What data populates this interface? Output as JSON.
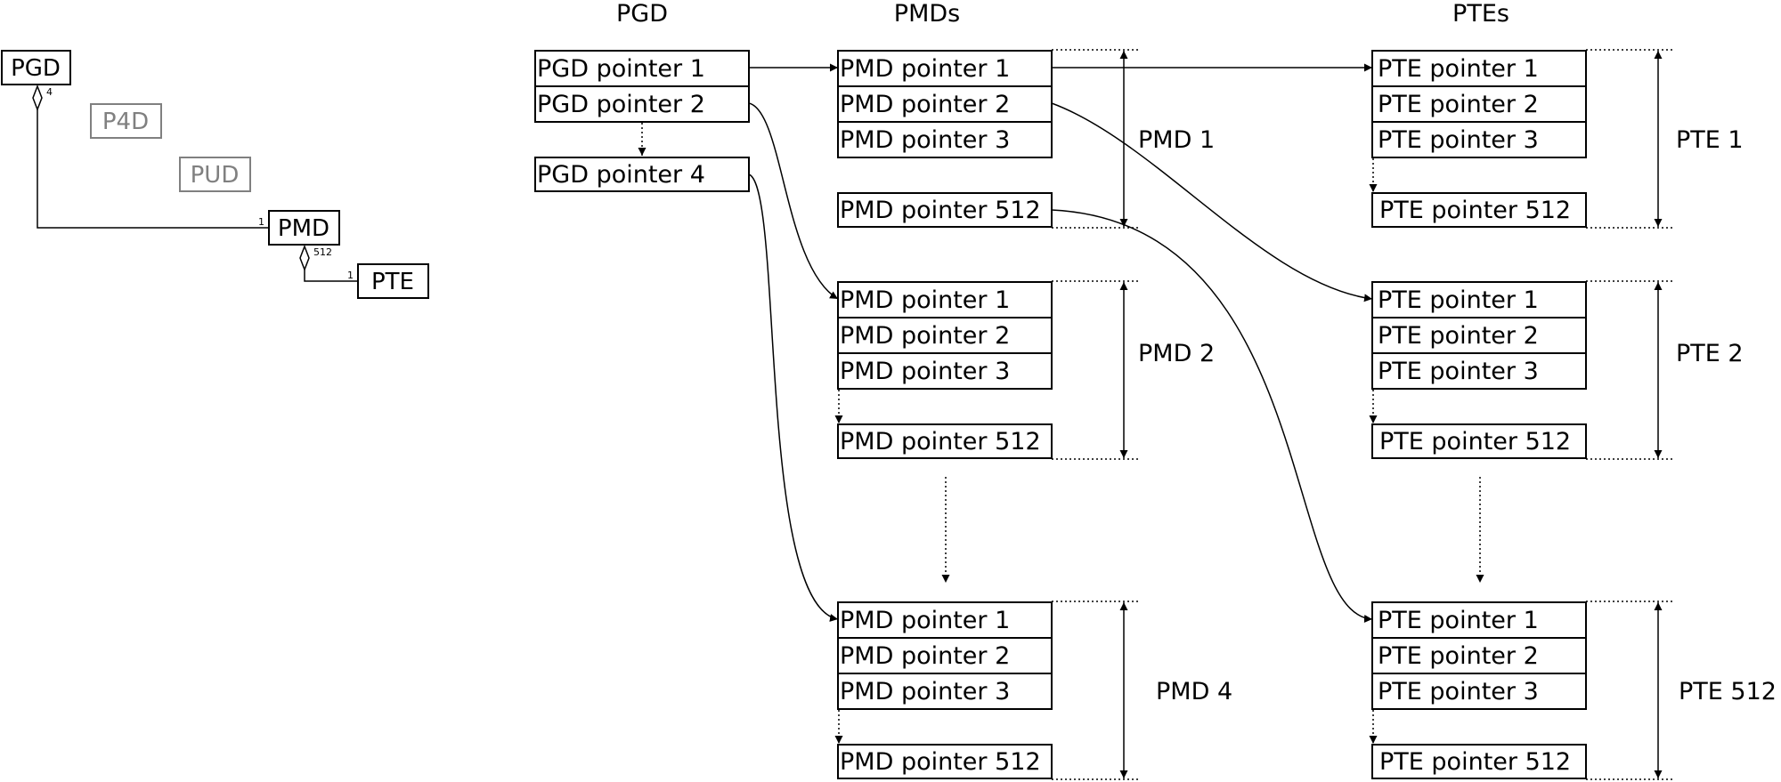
{
  "legend": {
    "pgd": "PGD",
    "p4d": "P4D",
    "pud": "PUD",
    "pmd": "PMD",
    "pte": "PTE",
    "mult_pgd": "4",
    "mult_pmd_one": "1",
    "mult_pmd_many": "512",
    "mult_pte_one": "1"
  },
  "headers": {
    "pgd": "PGD",
    "pmds": "PMDs",
    "ptes": "PTEs"
  },
  "pgd_table": {
    "row1": "PGD pointer 1",
    "row2": "PGD pointer 2",
    "row4": "PGD pointer 4"
  },
  "pmd_tables": [
    {
      "label": "PMD 1",
      "rows": [
        "PMD pointer 1",
        "PMD pointer 2",
        "PMD pointer 3",
        "PMD pointer 512"
      ]
    },
    {
      "label": "PMD 2",
      "rows": [
        "PMD pointer 1",
        "PMD pointer 2",
        "PMD pointer 3",
        "PMD pointer 512"
      ]
    },
    {
      "label": "PMD 4",
      "rows": [
        "PMD pointer 1",
        "PMD pointer 2",
        "PMD pointer 3",
        "PMD pointer 512"
      ]
    }
  ],
  "pte_tables": [
    {
      "label": "PTE 1",
      "rows": [
        "PTE pointer 1",
        "PTE pointer 2",
        "PTE pointer 3",
        "PTE pointer 512"
      ]
    },
    {
      "label": "PTE 2",
      "rows": [
        "PTE pointer 1",
        "PTE pointer 2",
        "PTE pointer 3",
        "PTE pointer 512"
      ]
    },
    {
      "label": "PTE 512",
      "rows": [
        "PTE pointer 1",
        "PTE pointer 2",
        "PTE pointer 3",
        "PTE pointer 512"
      ]
    }
  ],
  "colors": {
    "stroke": "#000000",
    "faded": "#808080",
    "background": "#ffffff"
  }
}
